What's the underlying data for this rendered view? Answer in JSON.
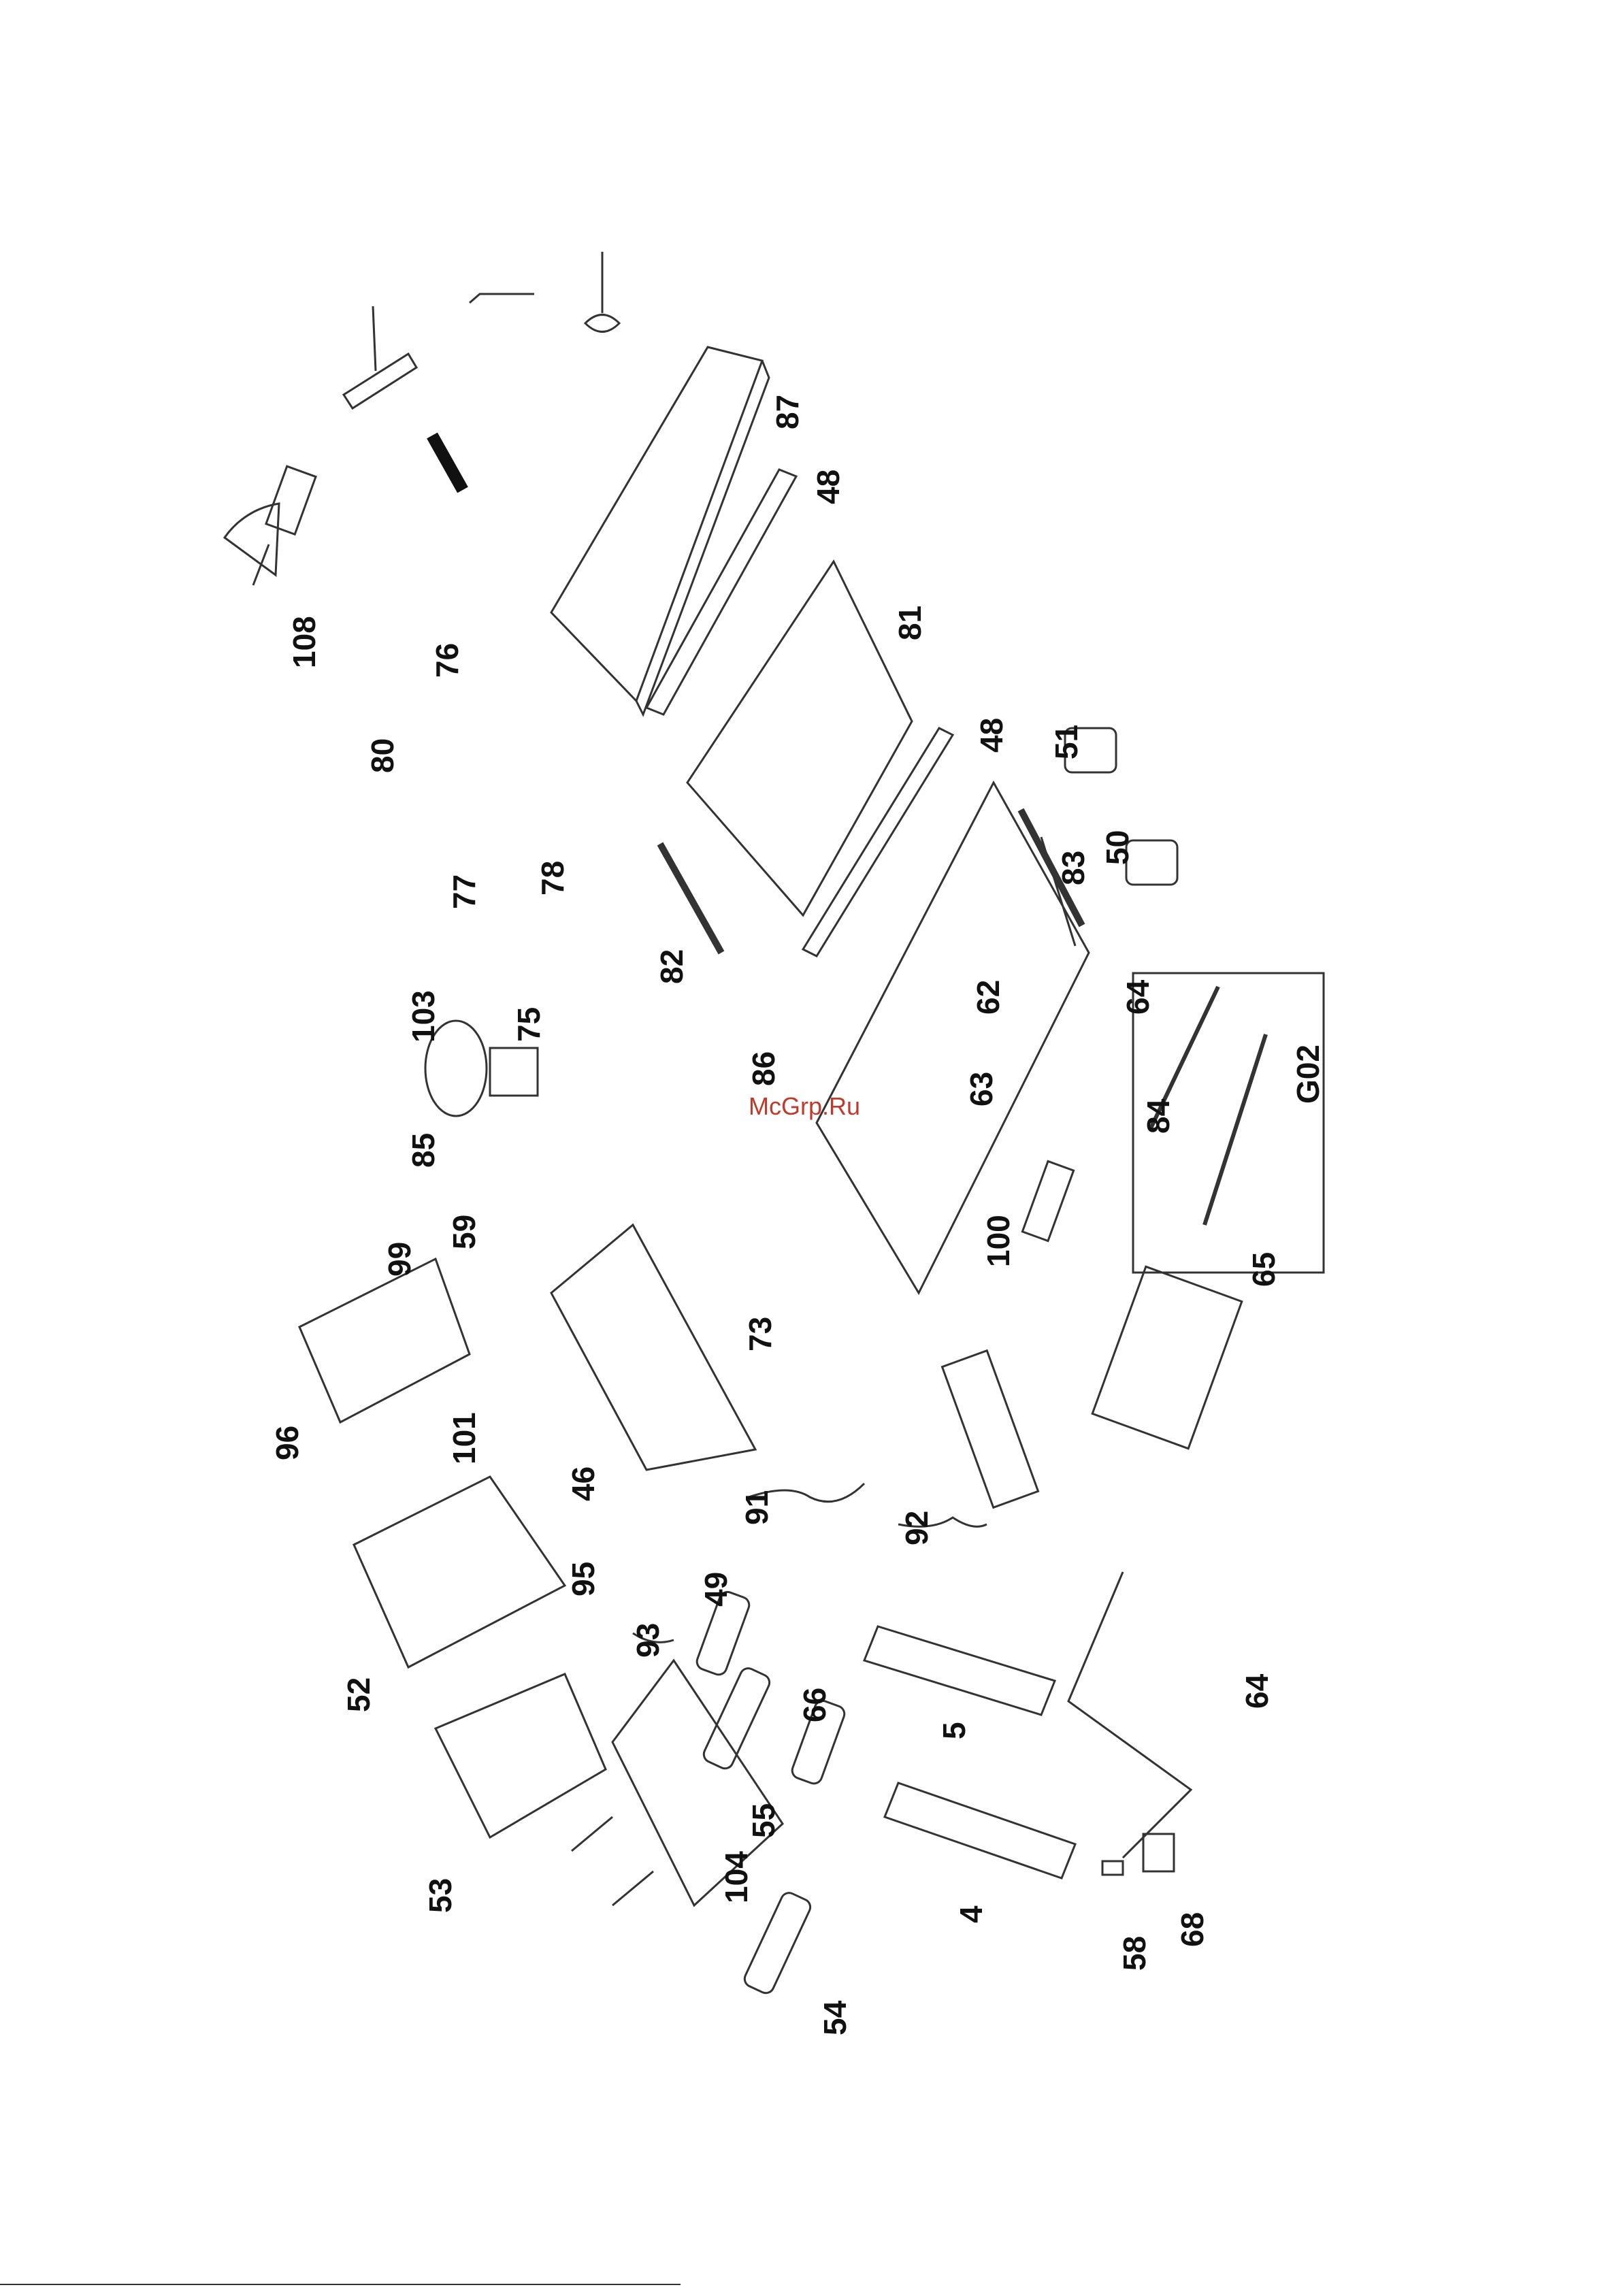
{
  "watermark": "McGrp.Ru",
  "group_label": "G02",
  "callouts": {
    "c108": "108",
    "c76": "76",
    "c87": "87",
    "c48a": "48",
    "c81": "81",
    "c48b": "48",
    "c51": "51",
    "c50": "50",
    "c83": "83",
    "c80": "80",
    "c77": "77",
    "c78": "78",
    "c82": "82",
    "c86": "86",
    "c62": "62",
    "c64a": "64",
    "c103": "103",
    "c75": "75",
    "c85": "85",
    "c63": "63",
    "c84": "84",
    "c99": "99",
    "c59": "59",
    "c100": "100",
    "c65": "65",
    "c73": "73",
    "c96": "96",
    "c101": "101",
    "c46": "46",
    "c91": "91",
    "c92": "92",
    "c95": "95",
    "c49": "49",
    "c52": "52",
    "c93": "93",
    "c66": "66",
    "c64b": "64",
    "c5": "5",
    "c55": "55",
    "c104": "104",
    "c53": "53",
    "c4": "4",
    "c58": "58",
    "c68": "68",
    "c54": "54"
  },
  "colors": {
    "line": "#333333",
    "fastener": "#d32f2f"
  }
}
